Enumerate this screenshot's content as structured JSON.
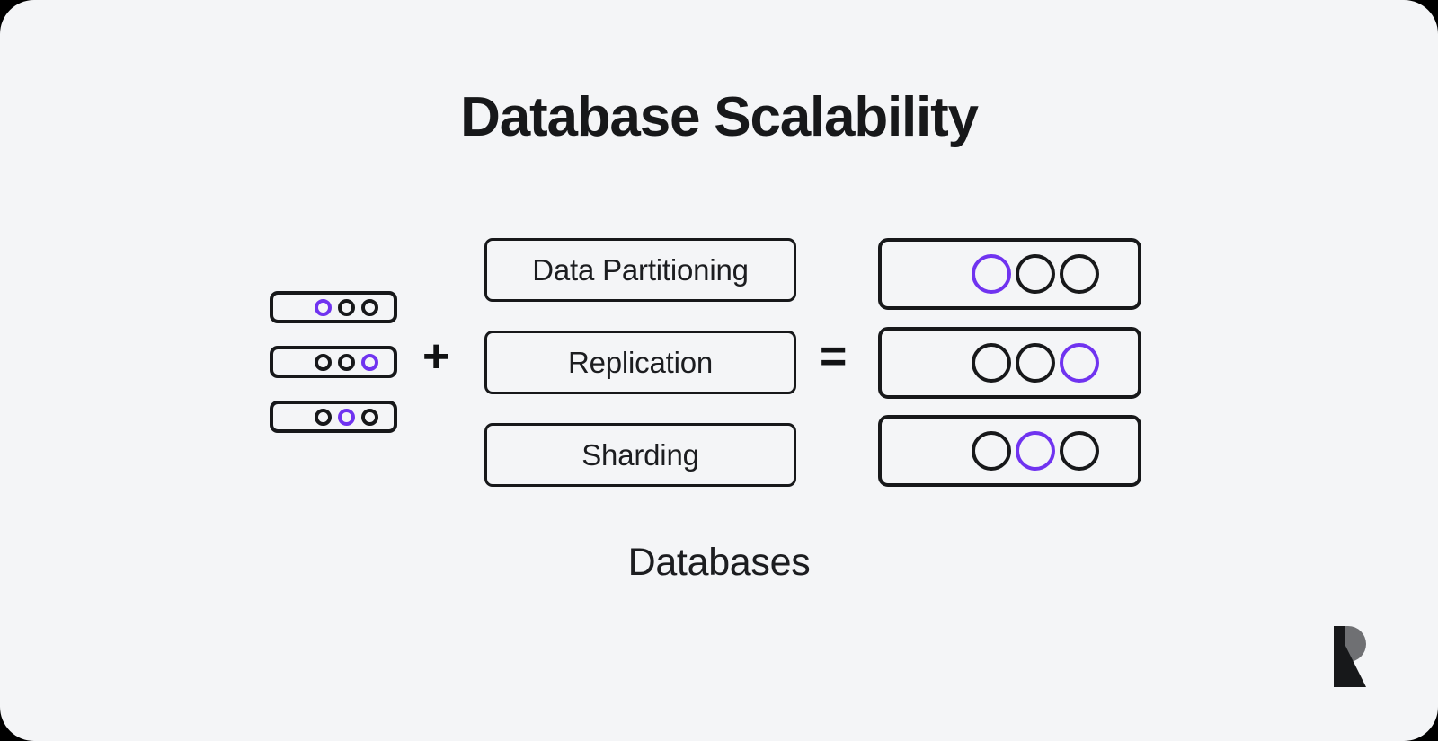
{
  "page": {
    "title": "Database Scalability",
    "caption": "Databases",
    "background_color": "#f4f5f7",
    "ink_color": "#17181a",
    "accent_color": "#7033f0"
  },
  "equation": {
    "plus_operator": "+",
    "equals_operator": "=",
    "left_stack": {
      "label": "server-stack",
      "rows": [
        {
          "leds": [
            "accent",
            "ink",
            "ink"
          ]
        },
        {
          "leds": [
            "ink",
            "ink",
            "accent"
          ]
        },
        {
          "leds": [
            "ink",
            "accent",
            "ink"
          ]
        }
      ]
    },
    "strategies": [
      {
        "label": "Data Partitioning"
      },
      {
        "label": "Replication"
      },
      {
        "label": "Sharding"
      }
    ],
    "right_stack": {
      "label": "result-stack",
      "rows": [
        {
          "nodes": [
            "accent",
            "ink",
            "ink"
          ]
        },
        {
          "nodes": [
            "ink",
            "ink",
            "accent"
          ]
        },
        {
          "nodes": [
            "ink",
            "accent",
            "ink"
          ]
        }
      ]
    }
  },
  "logo": {
    "name": "brand-logo-r",
    "bar_color": "#17181a",
    "bowl_color": "#6f7073"
  }
}
